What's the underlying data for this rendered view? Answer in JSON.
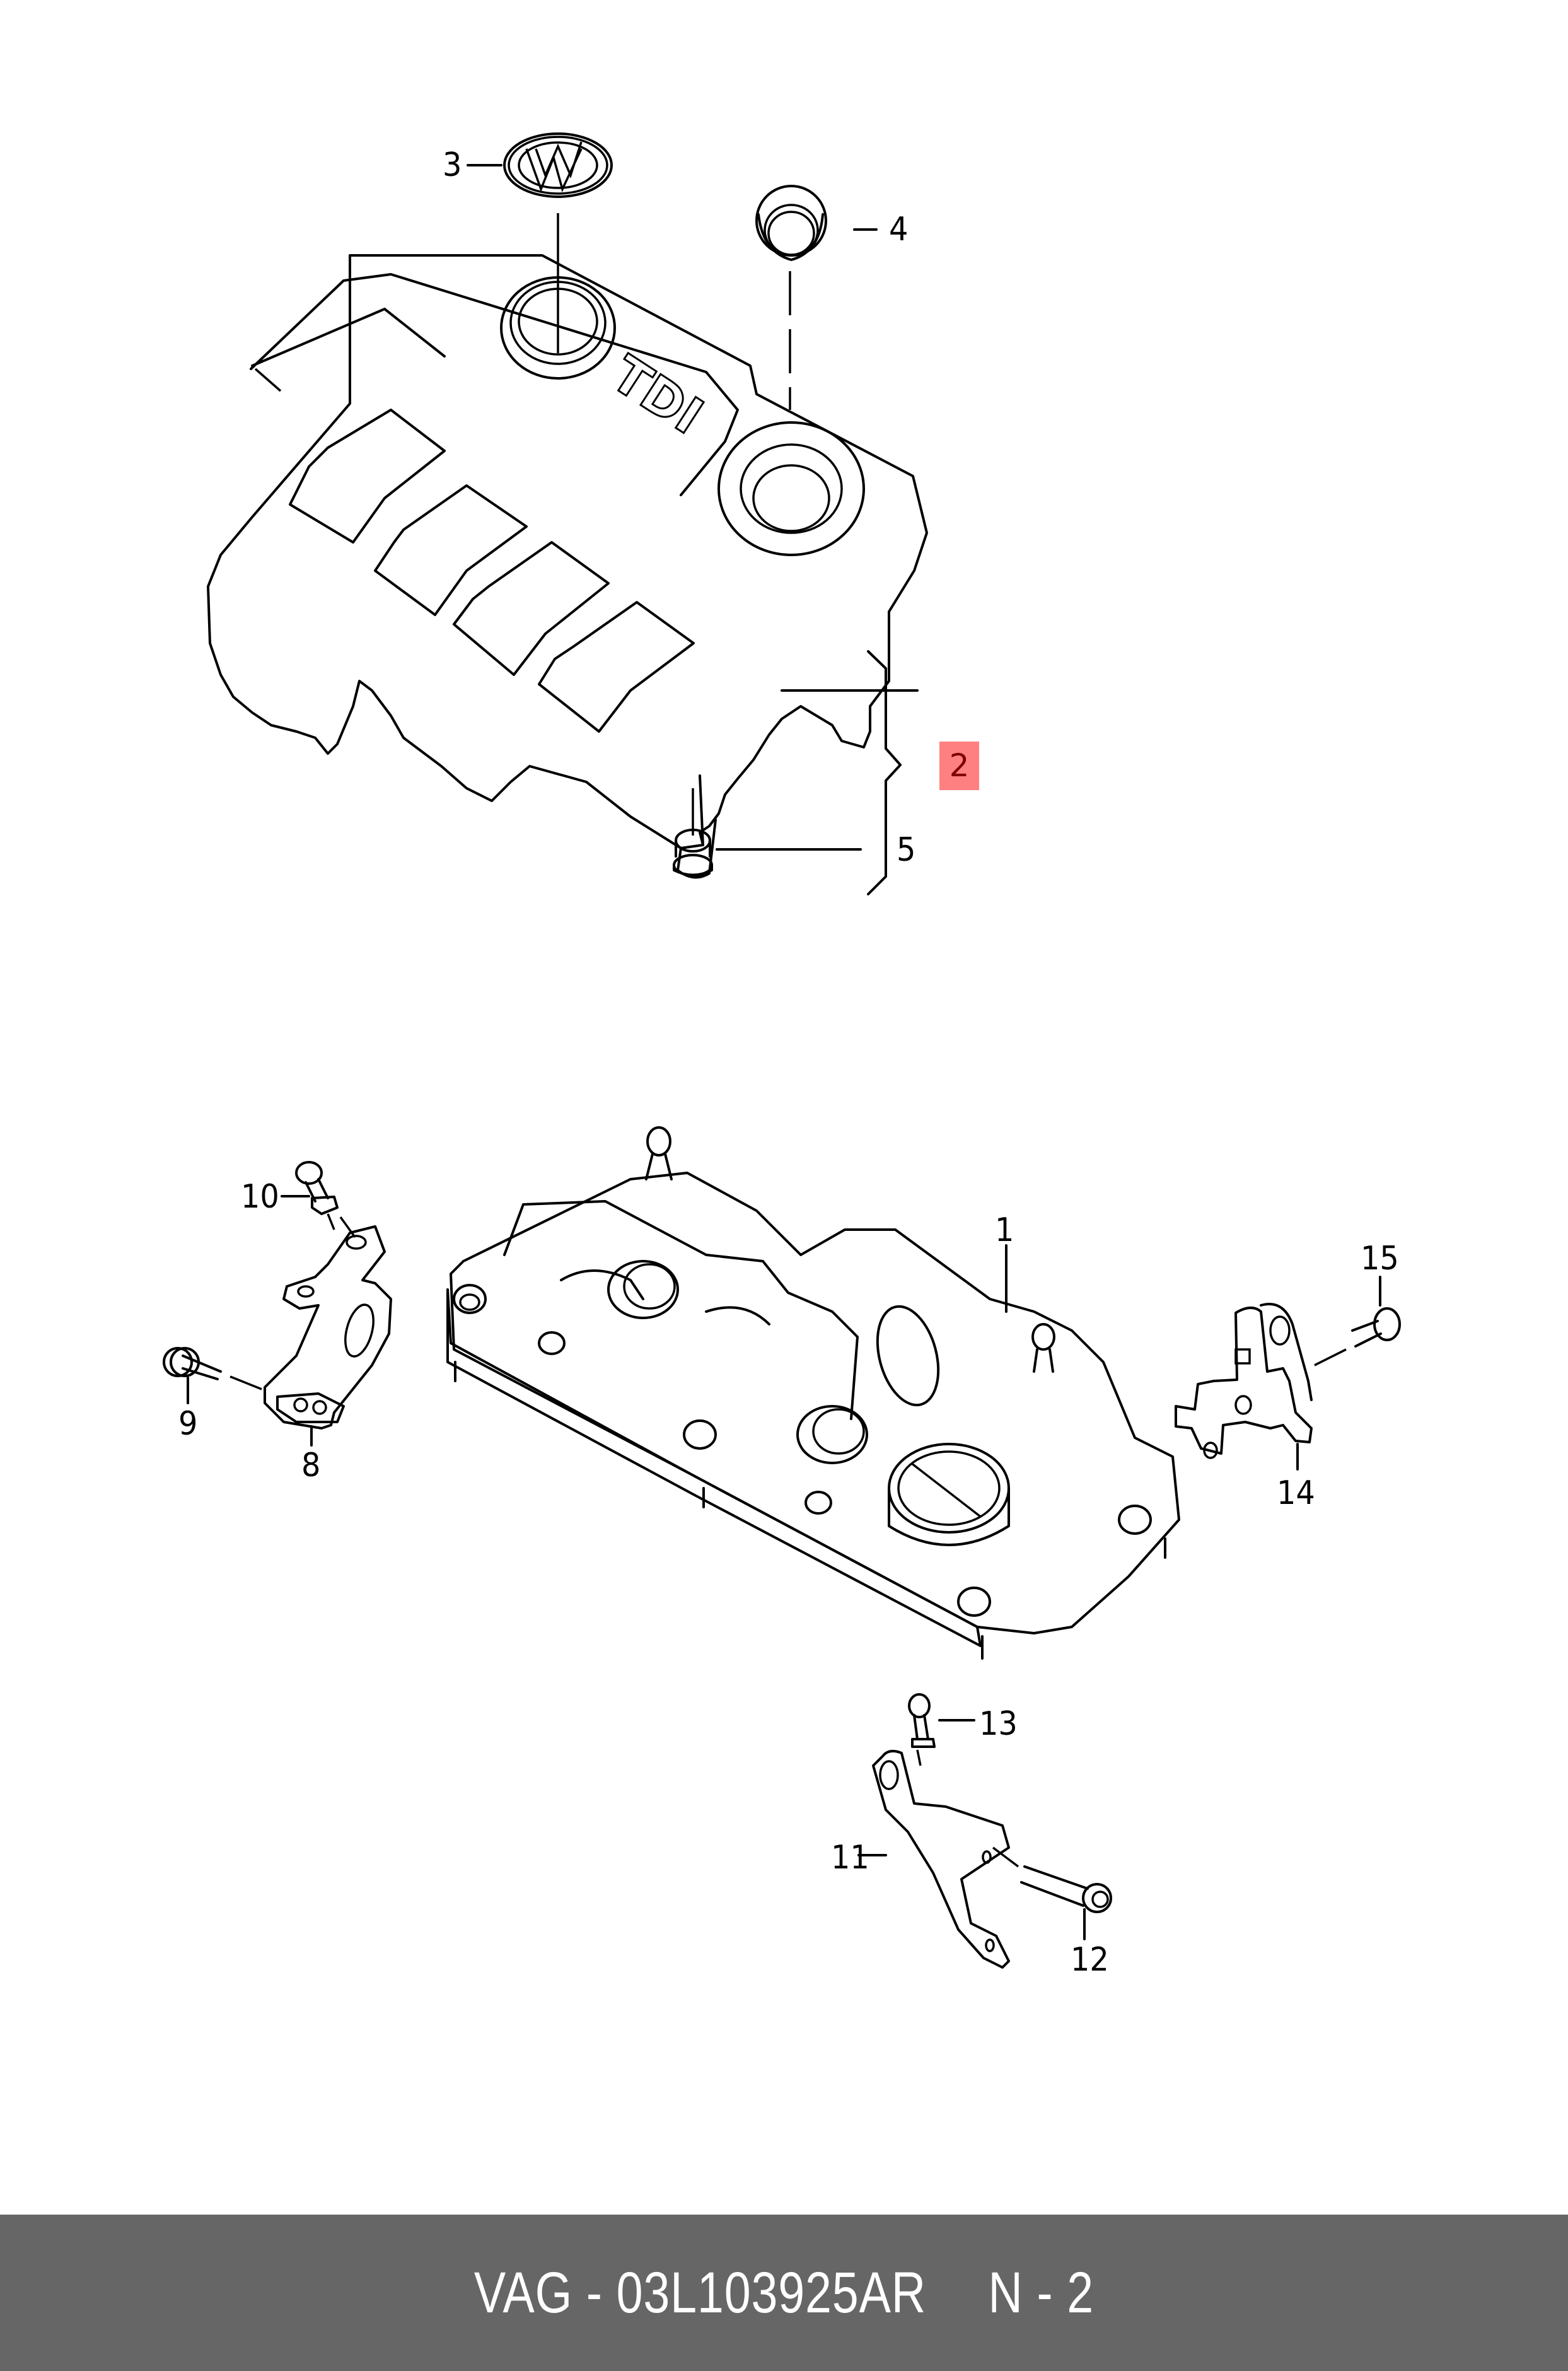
{
  "diagram": {
    "callouts": {
      "c1": "1",
      "c2": "2",
      "c3": "3",
      "c4": "4",
      "c5": "5",
      "c8": "8",
      "c9": "9",
      "c10": "10",
      "c11": "11",
      "c12": "12",
      "c13": "13",
      "c14": "14",
      "c15": "15"
    },
    "engine_cover_lettering": "TDI",
    "highlight": {
      "callout": "2",
      "background": "#ff8080",
      "text_color": "#800000"
    }
  },
  "footer": {
    "brand": "VAG",
    "part_number": "03L103925AR",
    "ref": "N - 2",
    "background": "#666666"
  }
}
